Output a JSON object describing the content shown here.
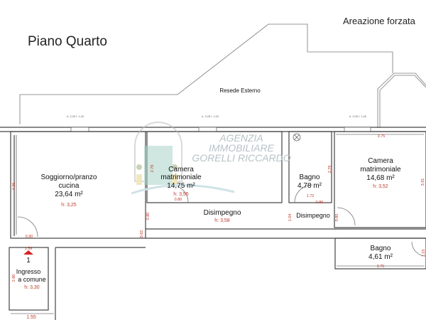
{
  "title": "Piano Quarto",
  "note": "Areazione forzata",
  "outdoor": "Resede Esterno",
  "watermark": {
    "line1": "AGENZIA",
    "line2": "IMMOBILIARE",
    "line3": "GORELLI RICCARDO"
  },
  "rooms": [
    {
      "name": "Soggiorno/pranzo",
      "name2": "cucina",
      "area": "23,64 m²",
      "height": "h: 3,25"
    },
    {
      "name": "Camera",
      "name2": "matrimoniale",
      "area": "14,75 m²",
      "height": "h: 3,55"
    },
    {
      "name": "Bagno",
      "area": "4,78 m²"
    },
    {
      "name": "Camera",
      "name2": "matrimoniale",
      "area": "14,68 m²",
      "height": "h: 3,52"
    },
    {
      "name": "Disimpegno",
      "height": "h: 3,58"
    },
    {
      "name": "Disimpegno"
    },
    {
      "name": "Bagno",
      "area": "4,61 m²"
    },
    {
      "name": "Ingresso",
      "name2": "a comune",
      "height": "h: 3,30",
      "marker": "1"
    }
  ],
  "dimensions": [
    "4.36",
    "2.78",
    "0.80",
    "2.79",
    "1.72",
    "0.80",
    "3.75",
    "3.91",
    "0.90",
    "0.80",
    "0.62",
    "1.04",
    "0.80",
    "1.59",
    "2.80",
    "1.23",
    "3.75",
    "1.55"
  ],
  "windows": [
    "h: 2,05 l: 1,00",
    "h: 2,05 l: 1,00",
    "h: 2,05 l: 1,00"
  ],
  "colors": {
    "dimension": "#c0392b",
    "wall": "#444444",
    "entrance_marker": "#d62222"
  }
}
